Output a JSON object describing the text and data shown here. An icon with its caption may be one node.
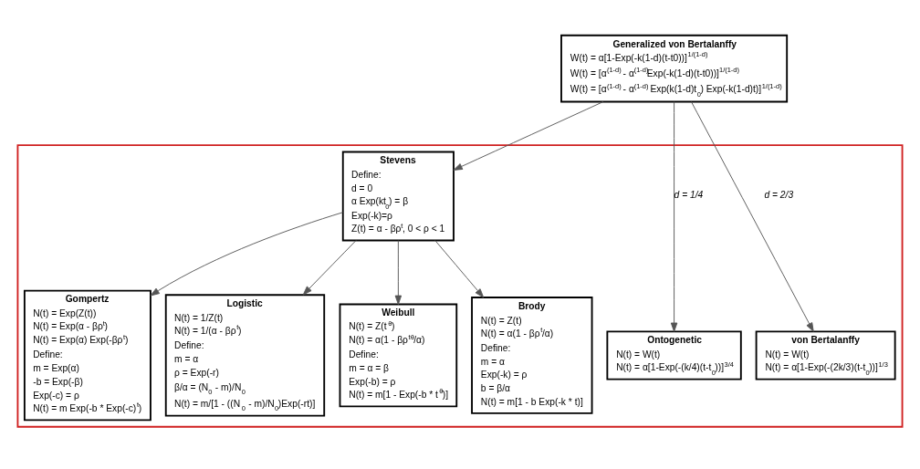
{
  "diagram": {
    "nodes": [
      {
        "text": [
          "Generalized von Bertalanffy",
          "W(t) = α[1-Exp(-k(1-d)(t-t0))]$^{1/(1-d)}$",
          "W(t) = [α$^{(1-d)}$ - α$^{(1-d)}$Exp(-k(1-d)(t-t0))]$^{1/(1-d)}$",
          "W(t) = [α$^{(1-d)}$ - α$^{(1-d)}$ Exp(k(1-d)t$_{0}$) Exp(-k(1-d)t)]$^{1/(1-d)}$"
        ]
      },
      {
        "text": [],
        "shape": "box"
      },
      {
        "text": [
          "Stevens",
          "Define:",
          "d = 0",
          "α Exp(kt$_{0}$) = β",
          "Exp(-k)=ρ",
          "Z(t) = α - βρ$^{t}$, 0 < ρ < 1"
        ],
        "in": 1
      },
      {
        "text": [
          "Gompertz",
          "N(t) = Exp(Z(t))",
          "N(t) = Exp(α - βρ$^{t}$)",
          "N(t) = Exp(α) Exp(-βρ$^{t}$)",
          "Define:",
          "m = Exp(α)",
          "-b = Exp(-β)",
          "Exp(-c) = ρ",
          "N(t) = m Exp(-b * Exp(-c)$^{t}$)"
        ],
        "in": 1
      },
      {
        "text": [
          "Logistic",
          "N(t) = 1/Z(t)",
          "N(t) = 1/(α - βρ$^{t}$)",
          "Define:",
          "m = α",
          "ρ = Exp(-r)",
          "β/α = (N$_{0}$ - m)/N$_{0}$",
          "N(t) = m/[1 - ((N$_{0}$ - m)/N$_{0}$)Exp(-rt)]"
        ],
        "in": 1
      },
      {
        "text": [
          "Weibull",
          "N(t) = Z(t$^{θ}$)",
          "N(t) = α(1 - βρ$^{tθ}$/α)",
          "Define:",
          "m = α = β",
          "Exp(-b) = ρ",
          "N(t) = m[1 - Exp(-b * t$^{θ}$)]"
        ],
        "in": 1
      },
      {
        "text": [
          "Brody",
          "N(t) = Z(t)",
          "N(t) = α(1 - βρ$^{t}$/α)",
          "Define:",
          "m = α",
          "Exp(-k) = ρ",
          "b = β/α",
          "N(t) = m[1 - b Exp(-k * t)]"
        ],
        "in": 1
      },
      {
        "text": [
          "Ontogenetic",
          "N(t) = W(t)",
          "N(t) = α[1-Exp(-(k/4)(t-t$_{0}$))]$^{3/4}$"
        ],
        "in": 1
      },
      {
        "text": [
          "von Bertalanffy",
          "N(t) = W(t)",
          "N(t) = α[1-Exp(-(2k/3)(t-t$_{0}$))]$^{1/3}$"
        ],
        "in": 1
      }
    ],
    "edges": [
      {
        "from": 0,
        "to": 2,
        "arrow": "to"
      },
      {
        "from": 2,
        "to": 3,
        "arrow": "to"
      },
      {
        "from": 2,
        "to": 4,
        "arrow": "to"
      },
      {
        "from": 2,
        "to": 5,
        "arrow": "to"
      },
      {
        "from": 2,
        "to": 6,
        "arrow": "to"
      },
      {
        "from": 0,
        "to": 7,
        "arrow": "to",
        "label": "d = 1/4"
      },
      {
        "from": 0,
        "to": 8,
        "arrow": "to",
        "label": "d = 2/3"
      }
    ]
  }
}
